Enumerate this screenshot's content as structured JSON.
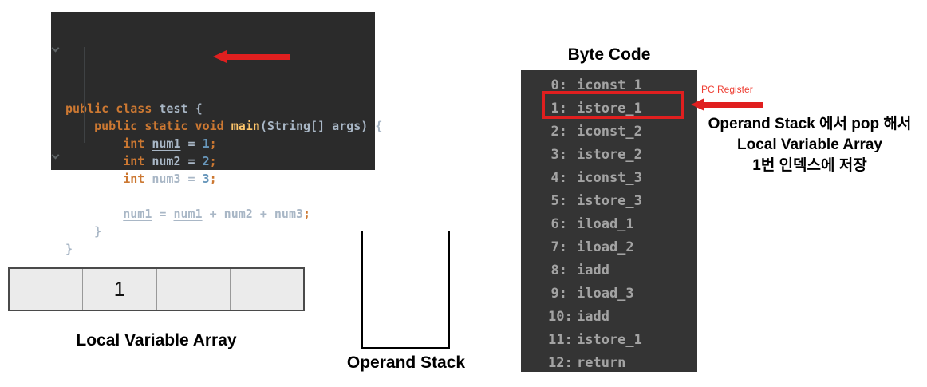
{
  "colors": {
    "editor_bg": "#2b2b2b",
    "keyword_orange": "#cc7832",
    "plain_gray": "#a9b7c6",
    "number_blue": "#6897bb",
    "function_yellow": "#ffc66b",
    "bytecode_bg": "#343434",
    "bytecode_text": "#a3a3a3",
    "highlight_red": "#e01f1f",
    "array_fill": "#ebebeb"
  },
  "editor": {
    "lines": [
      [
        {
          "t": "public class ",
          "c": "kw"
        },
        {
          "t": "test ",
          "c": "pl"
        },
        {
          "t": "{",
          "c": "pl"
        }
      ],
      [
        {
          "t": "    ",
          "c": "pl"
        },
        {
          "t": "public static void ",
          "c": "kw"
        },
        {
          "t": "main",
          "c": "fn"
        },
        {
          "t": "(String[] args) {",
          "c": "pl"
        }
      ],
      [
        {
          "t": "        ",
          "c": "pl"
        },
        {
          "t": "int ",
          "c": "kw"
        },
        {
          "t": "num1",
          "c": "u"
        },
        {
          "t": " = ",
          "c": "pl"
        },
        {
          "t": "1",
          "c": "num"
        },
        {
          "t": ";",
          "c": "kw"
        }
      ],
      [
        {
          "t": "        ",
          "c": "pl"
        },
        {
          "t": "int ",
          "c": "kw"
        },
        {
          "t": "num2",
          "c": "pl"
        },
        {
          "t": " = ",
          "c": "pl"
        },
        {
          "t": "2",
          "c": "num"
        },
        {
          "t": ";",
          "c": "kw"
        }
      ],
      [
        {
          "t": "        ",
          "c": "pl"
        },
        {
          "t": "int ",
          "c": "kw"
        },
        {
          "t": "num3",
          "c": "pl"
        },
        {
          "t": " = ",
          "c": "pl"
        },
        {
          "t": "3",
          "c": "num"
        },
        {
          "t": ";",
          "c": "kw"
        }
      ],
      [
        {
          "t": "",
          "c": "pl"
        }
      ],
      [
        {
          "t": "        ",
          "c": "pl"
        },
        {
          "t": "num1",
          "c": "u"
        },
        {
          "t": " = ",
          "c": "pl"
        },
        {
          "t": "num1",
          "c": "u"
        },
        {
          "t": " + num2 + num3",
          "c": "pl"
        },
        {
          "t": ";",
          "c": "kw"
        }
      ],
      [
        {
          "t": "    }",
          "c": "pl"
        }
      ],
      [
        {
          "t": "}",
          "c": "pl"
        }
      ]
    ]
  },
  "bytecode": {
    "title": "Byte Code",
    "instructions": [
      {
        "index": "0",
        "op": "iconst_1"
      },
      {
        "index": "1",
        "op": "istore_1"
      },
      {
        "index": "2",
        "op": "iconst_2"
      },
      {
        "index": "3",
        "op": "istore_2"
      },
      {
        "index": "4",
        "op": "iconst_3"
      },
      {
        "index": "5",
        "op": "istore_3"
      },
      {
        "index": "6",
        "op": "iload_1"
      },
      {
        "index": "7",
        "op": "iload_2"
      },
      {
        "index": "8",
        "op": "iadd"
      },
      {
        "index": "9",
        "op": "iload_3"
      },
      {
        "index": "10",
        "op": "iadd"
      },
      {
        "index": "11",
        "op": "istore_1"
      },
      {
        "index": "12",
        "op": "return"
      }
    ],
    "highlighted_instruction": "1: istore_1"
  },
  "pc_register": {
    "label": "PC Register"
  },
  "annotation": {
    "line1": "Operand Stack 에서 pop 해서",
    "line2": "Local Variable Array",
    "line3": "1번 인덱스에 저장"
  },
  "local_variable_array": {
    "label": "Local Variable Array",
    "cells": [
      "",
      "1",
      "",
      ""
    ]
  },
  "operand_stack": {
    "label": "Operand Stack"
  }
}
